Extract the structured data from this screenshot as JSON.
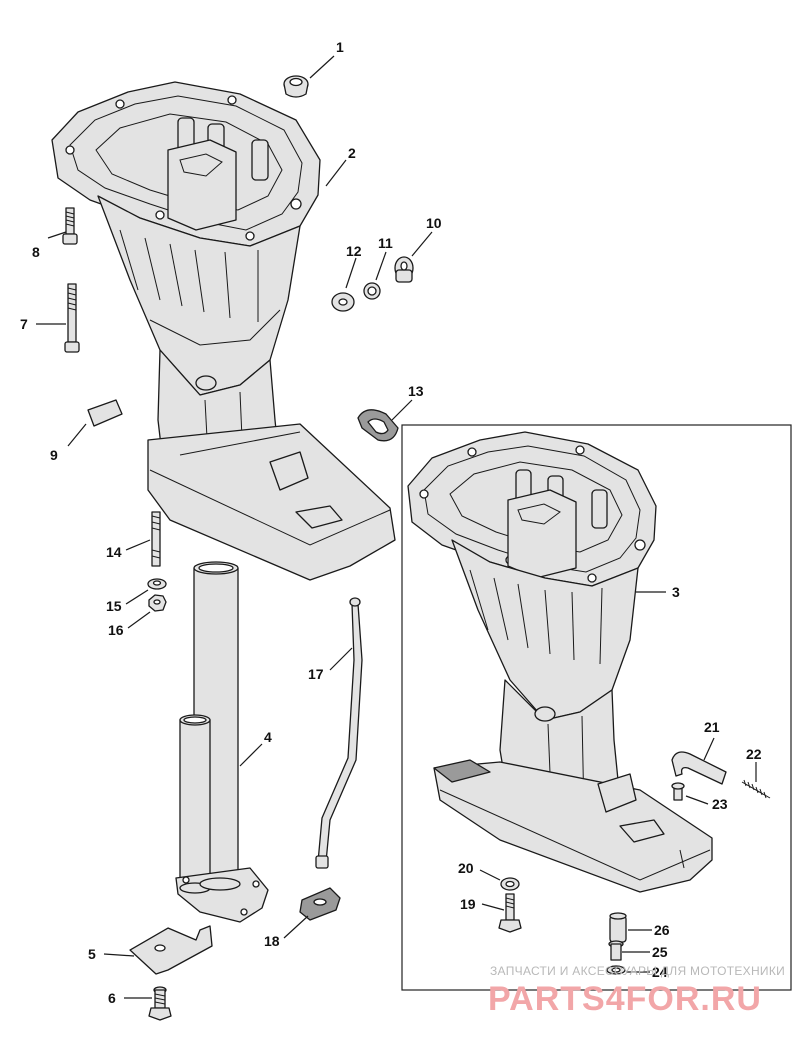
{
  "callouts": [
    {
      "id": "c1",
      "label": "1"
    },
    {
      "id": "c2",
      "label": "2"
    },
    {
      "id": "c3",
      "label": "3"
    },
    {
      "id": "c4",
      "label": "4"
    },
    {
      "id": "c5",
      "label": "5"
    },
    {
      "id": "c6",
      "label": "6"
    },
    {
      "id": "c7",
      "label": "7"
    },
    {
      "id": "c8",
      "label": "8"
    },
    {
      "id": "c9",
      "label": "9"
    },
    {
      "id": "c10",
      "label": "10"
    },
    {
      "id": "c11",
      "label": "11"
    },
    {
      "id": "c12",
      "label": "12"
    },
    {
      "id": "c13",
      "label": "13"
    },
    {
      "id": "c14",
      "label": "14"
    },
    {
      "id": "c15",
      "label": "15"
    },
    {
      "id": "c16",
      "label": "16"
    },
    {
      "id": "c17",
      "label": "17"
    },
    {
      "id": "c18",
      "label": "18"
    },
    {
      "id": "c19",
      "label": "19"
    },
    {
      "id": "c20",
      "label": "20"
    },
    {
      "id": "c21",
      "label": "21"
    },
    {
      "id": "c22",
      "label": "22"
    },
    {
      "id": "c23",
      "label": "23"
    },
    {
      "id": "c24",
      "label": "24"
    },
    {
      "id": "c25",
      "label": "25"
    },
    {
      "id": "c26",
      "label": "26"
    }
  ],
  "watermark": {
    "caption": "ЗАПЧАСТИ И АКСЕССУАРЫ ДЛЯ МОТОТЕХНИКИ",
    "site": "PARTS4FOR.RU"
  },
  "colors": {
    "line": "#1a1a1a",
    "part_fill": "#e3e3e3",
    "watermark_brand": "#f2a6a8"
  }
}
